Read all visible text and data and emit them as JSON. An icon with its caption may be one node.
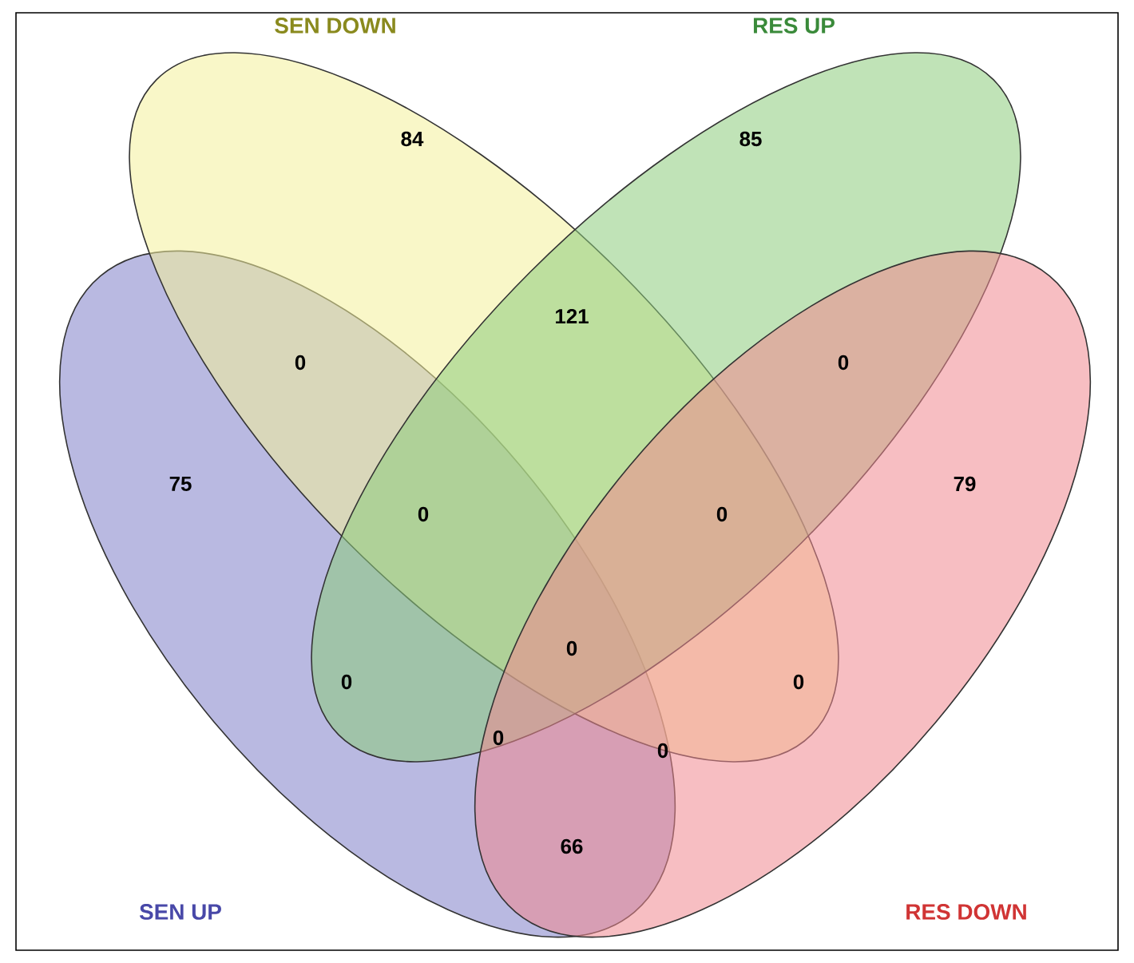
{
  "diagram": {
    "nodes": [
      {
        "text": [
          "SEN UP"
        ]
      },
      {
        "text": [
          "SEN DOWN"
        ]
      },
      {
        "text": [
          "RES UP"
        ]
      },
      {
        "text": [
          "RES DOWN"
        ]
      }
    ],
    "labels": [
      "84",
      "85",
      "0",
      "121",
      "0",
      "75",
      "0",
      "0",
      "79",
      "0",
      "0",
      "0",
      "0",
      "0",
      "66"
    ]
  }
}
